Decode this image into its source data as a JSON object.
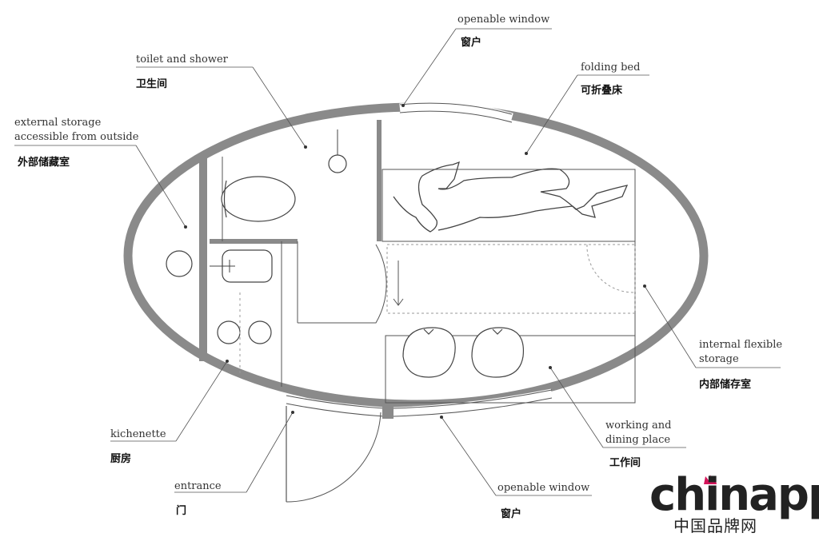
{
  "labels": {
    "window_top": {
      "en": "openable window",
      "zh": "窗户"
    },
    "toilet": {
      "en": "toilet and shower",
      "zh": "卫生间"
    },
    "folding_bed": {
      "en": "folding bed",
      "zh": "可折叠床"
    },
    "external_storage": {
      "en_line1": "external storage",
      "en_line2": "accessible from outside",
      "zh": "外部储藏室"
    },
    "internal_storage": {
      "en_line1": "internal flexible",
      "en_line2": "storage",
      "zh": "内部储存室"
    },
    "kitchenette": {
      "en": "kichenette",
      "zh": "厨房"
    },
    "working": {
      "en_line1": "working and",
      "en_line2": "dining place",
      "zh": "工作间"
    },
    "entrance": {
      "en": "entrance",
      "zh": "门"
    },
    "window_bottom": {
      "en": "openable window",
      "zh": "窗户"
    }
  },
  "logo": {
    "word": "chinapp",
    "subtitle": "中国品牌网"
  },
  "colors": {
    "wall": "#8a8a8a",
    "line": "#555555",
    "accent": "#d4145a"
  }
}
